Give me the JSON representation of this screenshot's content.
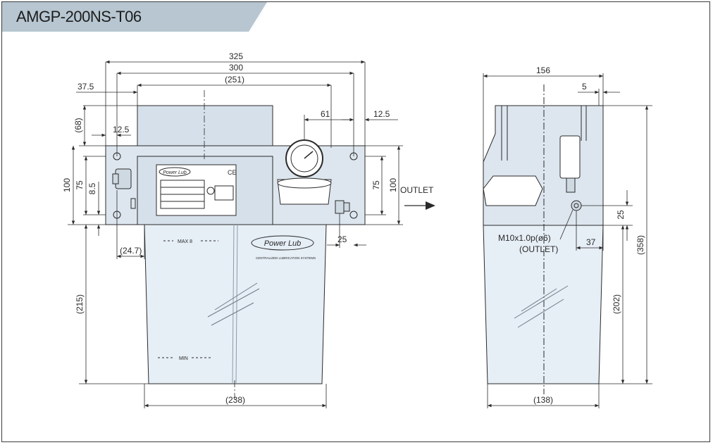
{
  "title": "AMGP-200NS-T06",
  "colors": {
    "tab": "#b7c6d1",
    "tab_stripe": "#8fa7b6",
    "tank": "#e6eef6",
    "cap": "#d6e0ea",
    "line": "#2a2a2a"
  },
  "front_view": {
    "dims": {
      "d325": "325",
      "d300": "300",
      "d251": "(251)",
      "d37_5": "37.5",
      "d12_5_left": "12.5",
      "d68": "(68)",
      "d61": "61",
      "d12_5_right": "12.5",
      "d100_left": "100",
      "d75_left": "75",
      "d8_5": "8.5",
      "d75_right": "75",
      "d100_right": "100",
      "d25": "25",
      "d24_7": "(24.7)",
      "d215": "(215)",
      "d238": "(238)"
    },
    "outlet_label": "OUTLET",
    "brand": "Power Lub",
    "tank_brand": "Power Lub",
    "tank_caption": "CENTRALIZED LUBRICATION SYSTEMS",
    "max_label": "MAX 8",
    "min_label": "MIN",
    "ce_mark": "CE"
  },
  "side_view": {
    "dims": {
      "d156": "156",
      "d5": "5",
      "d25": "25",
      "d37": "37",
      "d358": "(358)",
      "d202": "(202)",
      "d138": "(138)"
    },
    "thread_label": "M10x1.0p(ø6)",
    "outlet_label": "(OUTLET)"
  }
}
